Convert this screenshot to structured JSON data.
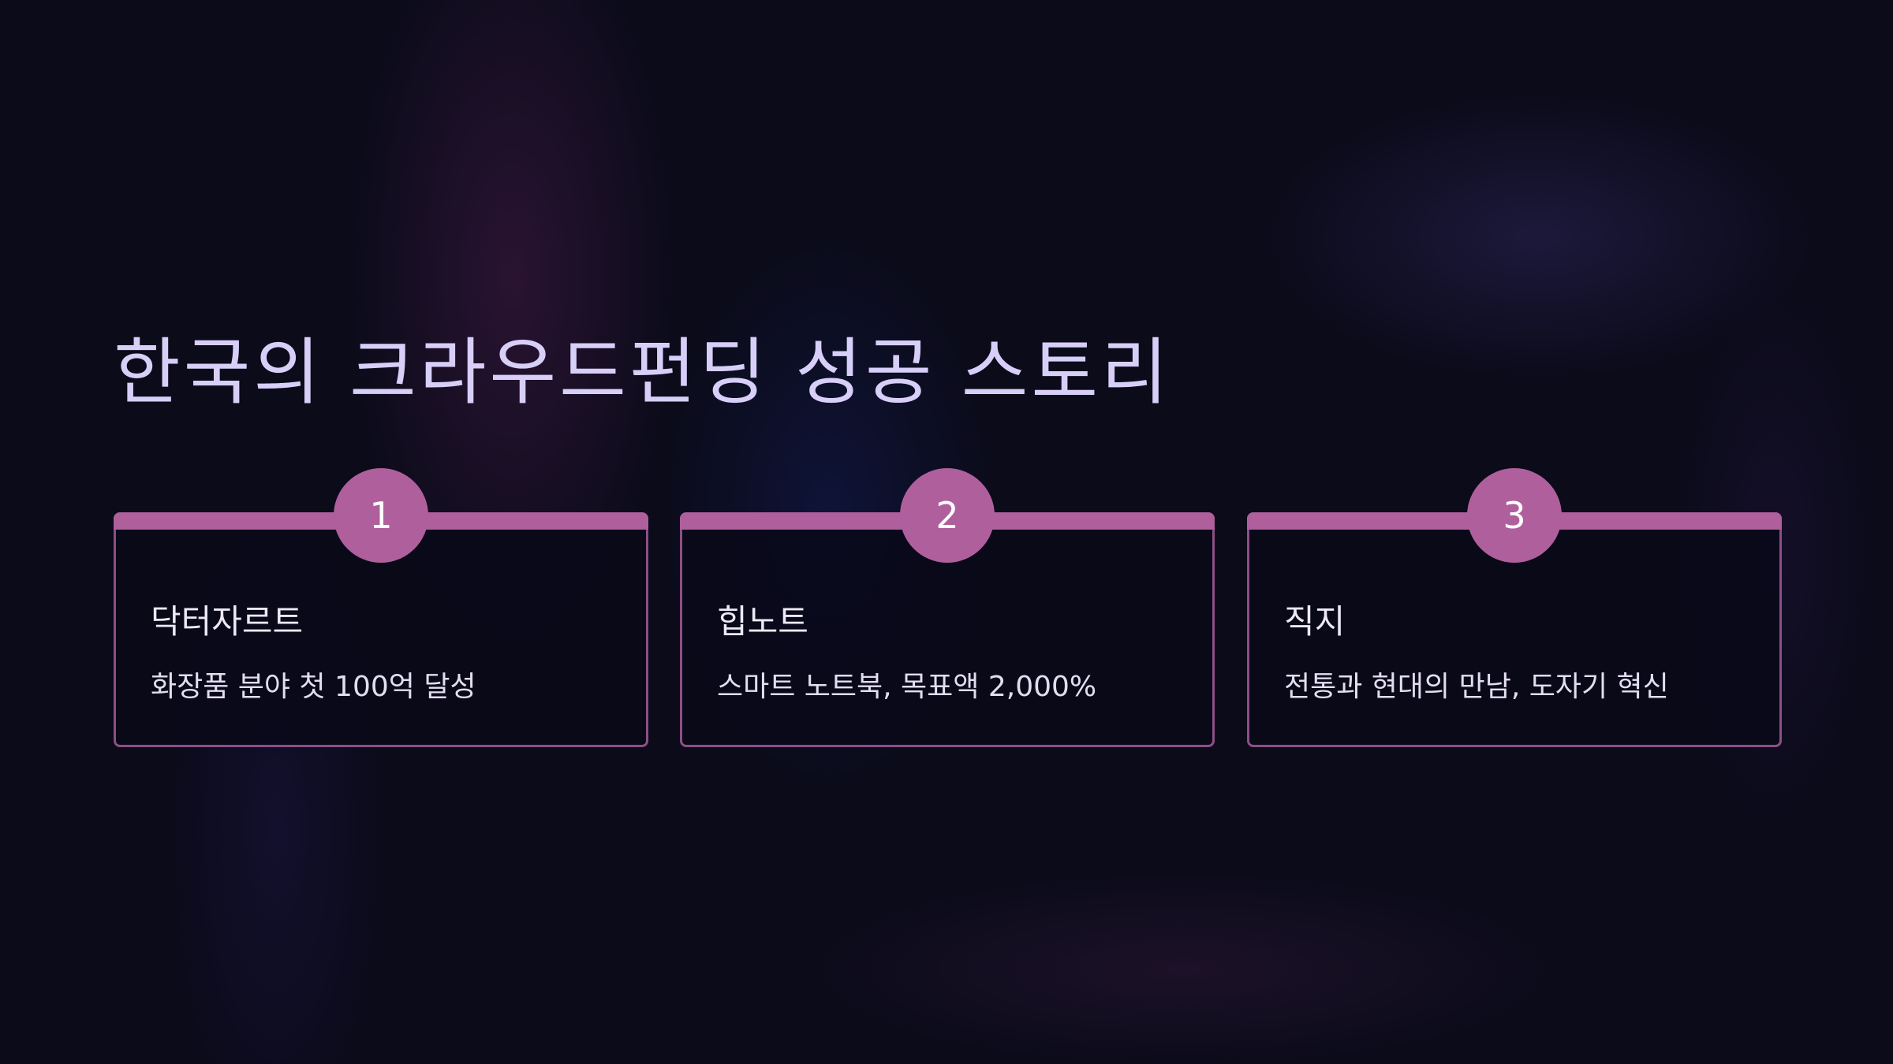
{
  "title": "한국의 크라우드펀딩 성공 스토리",
  "cards": [
    {
      "number": "1",
      "title": "닥터자르트",
      "description": "화장품 분야 첫 100억 달성"
    },
    {
      "number": "2",
      "title": "힙노트",
      "description": "스마트 노트북, 목표액 2,000%"
    },
    {
      "number": "3",
      "title": "직지",
      "description": "전통과 현대의 만남, 도자기 혁신"
    }
  ],
  "colors": {
    "background": "#0b0b1a",
    "accent": "#b05f9d",
    "title": "#d7cff8",
    "card_border": "#8c4f86"
  }
}
